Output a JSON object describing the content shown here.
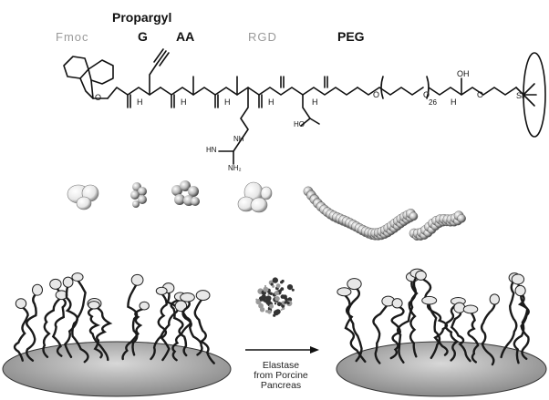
{
  "labels": {
    "propargyl": "Propargyl",
    "fmoc": "Fmoc",
    "g": "G",
    "aa": "AA",
    "rgd": "RGD",
    "peg": "PEG",
    "peg_repeat": "26",
    "atoms": {
      "h": "H",
      "nh": "NH",
      "hn": "HN",
      "nh2": "NH₂",
      "ho": "HO",
      "oh": "OH",
      "o": "O",
      "si": "Si"
    }
  },
  "reaction": {
    "enzyme_line1": "Elastase",
    "enzyme_line2": "from Porcine",
    "enzyme_line3": "Pancreas"
  },
  "colors": {
    "ink": "#111111",
    "faded_label": "#9a9a9a",
    "sphere": "#8c8c8c",
    "sphere_light": "#dcdcdc",
    "surface": "#b9b9b9"
  }
}
